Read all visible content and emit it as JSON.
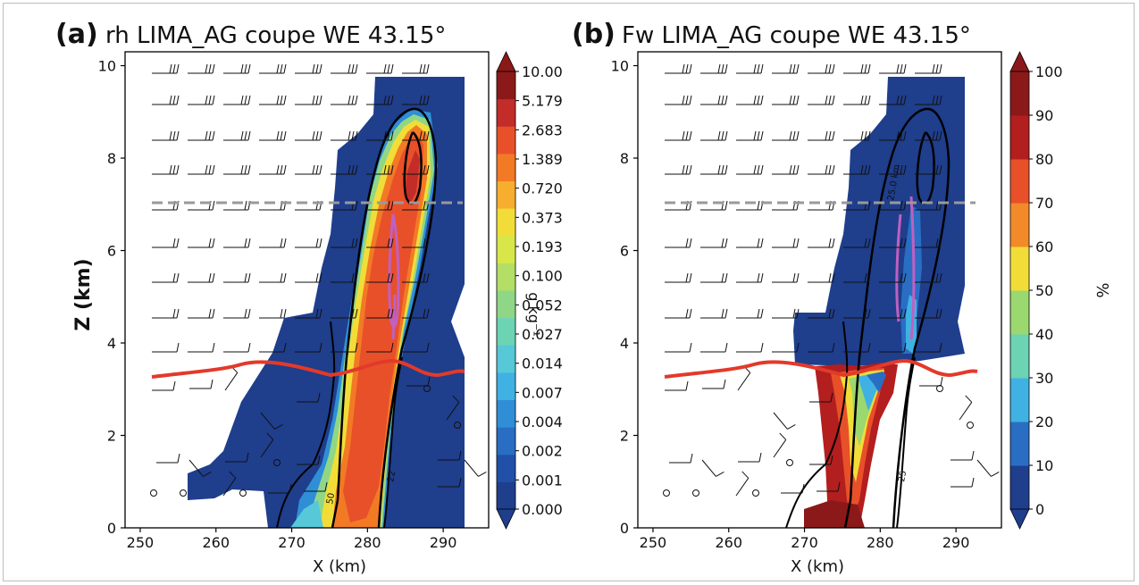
{
  "chart_data": [
    {
      "type": "contour",
      "panel_label": "(a)",
      "title": "rh LIMA_AG coupe WE 43.15°",
      "xlabel": "X (km)",
      "ylabel": "Z (km)",
      "xlim": [
        248,
        296
      ],
      "ylim": [
        0,
        10.3
      ],
      "xticks": [
        "250",
        "260",
        "270",
        "280",
        "290"
      ],
      "yticks": [
        "0",
        "2",
        "4",
        "6",
        "8",
        "10"
      ],
      "colorbar": {
        "label": "g kg⁻¹",
        "ticks": [
          "0.000",
          "0.001",
          "0.002",
          "0.004",
          "0.007",
          "0.014",
          "0.027",
          "0.052",
          "0.100",
          "0.193",
          "0.373",
          "0.720",
          "1.389",
          "2.683",
          "5.179",
          "10.00"
        ],
        "colors": [
          "#1f3e8c",
          "#2150a8",
          "#2a6ec4",
          "#2f8ed6",
          "#3fb2e3",
          "#56c8d8",
          "#6cd3b3",
          "#8fd786",
          "#b3df66",
          "#d8e64a",
          "#f2dd38",
          "#f7ae2e",
          "#f27a25",
          "#e8502a",
          "#c22d2a",
          "#8b1919"
        ]
      },
      "freezing_level_km": 3.3,
      "dashed_level_km": 7.05,
      "contour_labels": [
        "50",
        "22"
      ],
      "field_range_km": {
        "x": [
          259,
          293
        ],
        "z": [
          0,
          9.8
        ]
      }
    },
    {
      "type": "contour",
      "panel_label": "(b)",
      "title": "Fw LIMA_AG coupe WE 43.15°",
      "xlabel": "X (km)",
      "ylabel": "",
      "xlim": [
        248,
        296
      ],
      "ylim": [
        0,
        10.3
      ],
      "xticks": [
        "250",
        "260",
        "270",
        "280",
        "290"
      ],
      "yticks": [
        "0",
        "2",
        "4",
        "6",
        "8",
        "10"
      ],
      "colorbar": {
        "label": "%",
        "ticks": [
          "0",
          "10",
          "20",
          "30",
          "40",
          "50",
          "60",
          "70",
          "80",
          "90",
          "100"
        ],
        "colors": [
          "#1f3e8c",
          "#2a6ec4",
          "#3fb2e3",
          "#6cd3b3",
          "#9bd86f",
          "#f2dd38",
          "#f28a2a",
          "#e8502a",
          "#b31e1e",
          "#8b1919"
        ]
      },
      "freezing_level_km": 3.3,
      "dashed_level_km": 7.05,
      "contour_labels": [
        "25",
        "25.0 km"
      ],
      "field_range_km": {
        "x": [
          270,
          293
        ],
        "z": [
          0,
          9.8
        ]
      }
    }
  ]
}
